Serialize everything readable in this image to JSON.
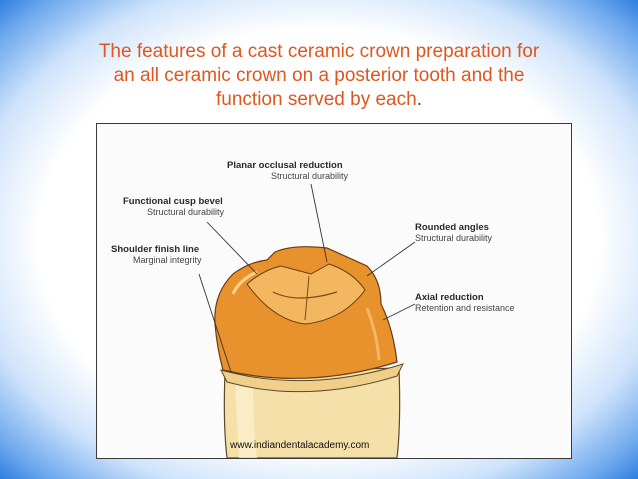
{
  "slide": {
    "title_line1": "The features of a cast ceramic crown preparation for",
    "title_line2": "an all ceramic crown on a posterior tooth and the",
    "title_line3": "function served by each",
    "title_end": "."
  },
  "figure": {
    "labels": [
      {
        "title": "Planar occlusal reduction",
        "subtitle": "Structural durability"
      },
      {
        "title": "Functional cusp bevel",
        "subtitle": "Structural durability"
      },
      {
        "title": "Shoulder finish line",
        "subtitle": "Marginal integrity"
      },
      {
        "title": "Rounded angles",
        "subtitle": "Structural durability"
      },
      {
        "title": "Axial reduction",
        "subtitle": "Retention and resistance"
      }
    ],
    "colors": {
      "crown": "#e8922e",
      "crown_light": "#f3b760",
      "root": "#f4e0a8"
    }
  },
  "footer": {
    "url": "www.indiandentalacademy.com"
  }
}
